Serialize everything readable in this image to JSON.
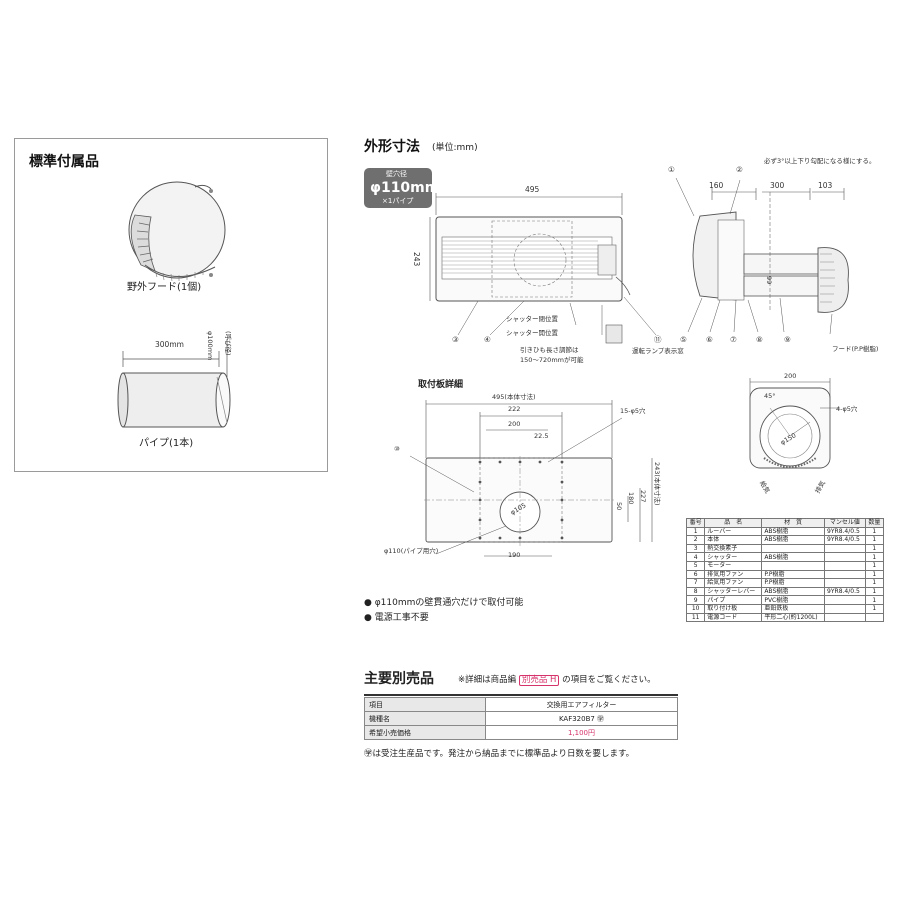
{
  "accessories": {
    "title": "標準付属品",
    "hood_caption": "野外フード(1個)",
    "pipe_caption": "パイプ(1本)",
    "pipe_length": "300mm",
    "pipe_diameter": "φ100mm",
    "pipe_diameter_note": "(呼び径)"
  },
  "dimensions": {
    "title": "外形寸法",
    "unit": "(単位:mm)",
    "badge": {
      "line1": "壁穴径",
      "line2": "φ110mm",
      "line3": "×1パイプ"
    },
    "dim_495": "495",
    "dim_243": "243",
    "dim_160": "160",
    "dim_300": "300",
    "dim_103": "103",
    "dim_99": "99",
    "slope_note": "必ず3°以上下り勾配になる様にする。",
    "shutter_close": "シャッター閉位置",
    "shutter_open": "シャッター開位置",
    "cord_note_1": "引きひも長さ調節は",
    "cord_note_2": "150～720mmが可能",
    "lamp_window": "運転ランプ表示窓",
    "hood_material": "フード(P.P樹脂)",
    "callouts": [
      "①",
      "②",
      "③",
      "④",
      "⑤",
      "⑥",
      "⑦",
      "⑧",
      "⑨",
      "⑪"
    ]
  },
  "mounting": {
    "title": "取付板詳細",
    "dim_495": "495(本体寸法)",
    "dim_222": "222",
    "dim_200": "200",
    "dim_225": "22.5",
    "holes_15": "15-φ5穴",
    "dim_50": "50",
    "dim_180": "180",
    "dim_227": "227",
    "dim_243": "243(本体寸法)",
    "dim_105": "φ105",
    "dim_190": "190",
    "pipe_hole": "φ110(パイプ用穴)",
    "callout_10": "⑩"
  },
  "hood_detail": {
    "dim_200": "200",
    "angle": "45°",
    "holes_4": "4-φ5穴",
    "dim_150": "φ150",
    "label_left": "給気",
    "label_right": "排気"
  },
  "parts_table": {
    "headers": [
      "番号",
      "品　名",
      "材　質",
      "マンセル値",
      "数量"
    ],
    "rows": [
      [
        "1",
        "ルーバー",
        "ABS樹脂",
        "9YR8.4/0.5",
        "1"
      ],
      [
        "2",
        "本体",
        "ABS樹脂",
        "9YR8.4/0.5",
        "1"
      ],
      [
        "3",
        "熱交換素子",
        "",
        "",
        "1"
      ],
      [
        "4",
        "シャッター",
        "ABS樹脂",
        "",
        "1"
      ],
      [
        "5",
        "モーター",
        "",
        "",
        "1"
      ],
      [
        "6",
        "排気用ファン",
        "P.P樹脂",
        "",
        "1"
      ],
      [
        "7",
        "給気用ファン",
        "P.P樹脂",
        "",
        "1"
      ],
      [
        "8",
        "シャッターレバー",
        "ABS樹脂",
        "9YR8.4/0.5",
        "1"
      ],
      [
        "9",
        "パイプ",
        "PVC樹脂",
        "",
        "1"
      ],
      [
        "10",
        "取り付け板",
        "亜鉛鉄板",
        "",
        "1"
      ],
      [
        "11",
        "電源コード",
        "平形二心(約1200L)",
        "",
        ""
      ]
    ]
  },
  "features": {
    "item1": "φ110mmの壁貫通穴だけで取付可能",
    "item2": "電源工事不要"
  },
  "options": {
    "title": "主要別売品",
    "note_prefix": "※詳細は商品編",
    "note_chip": "別売品 H",
    "note_suffix": "の項目をご覧ください。",
    "rows": [
      {
        "label": "項目",
        "value": "交換用エアフィルター"
      },
      {
        "label": "機種名",
        "value": "KAF320B7 ㊫"
      },
      {
        "label": "希望小売価格",
        "value": "1,100円"
      }
    ],
    "footnote": "㊫は受注生産品です。発注から納品までに標準品より日数を要します。"
  },
  "colors": {
    "accent": "#d6336c",
    "badge": "#6f6f6f",
    "line": "#555555"
  }
}
